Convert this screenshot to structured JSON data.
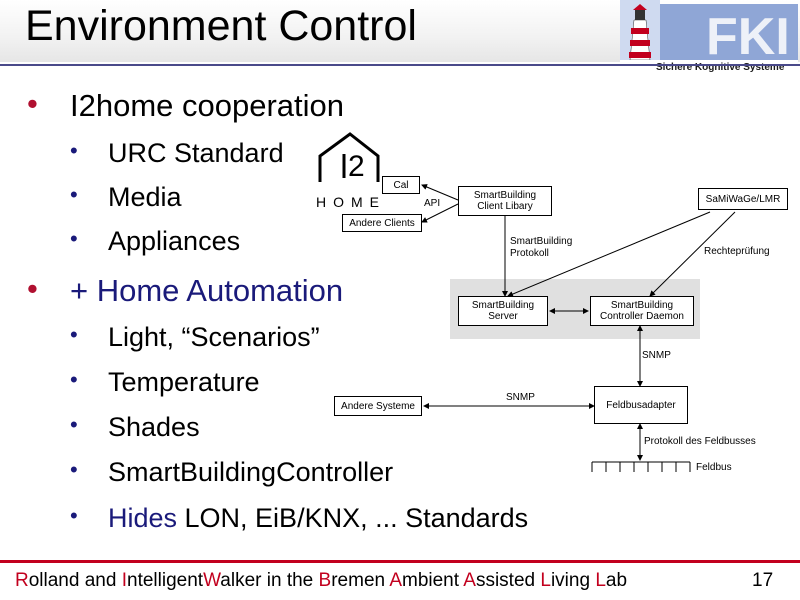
{
  "title": "Environment Control",
  "logo": {
    "subtitle": "Sichere Kognitive Systeme",
    "letters": "DFKI"
  },
  "bullets": [
    {
      "text": "I2home cooperation"
    },
    {
      "text": "URC Standard"
    },
    {
      "text": "Media"
    },
    {
      "text": "Appliances"
    },
    {
      "text": "+ Home Automation"
    },
    {
      "text": "Light, “Scenarios”"
    },
    {
      "text": "Temperature"
    },
    {
      "text": "Shades"
    },
    {
      "text": "SmartBuildingController"
    },
    {
      "text_part1": "Hides",
      "text_part2": " LON, EiB/KNX, ... Standards"
    }
  ],
  "i2home_logo": {
    "number": "2",
    "word": "HOME"
  },
  "diagram": {
    "cal": "Cal",
    "api": "API",
    "andere_clients": "Andere Clients",
    "client_lib_1": "SmartBuilding",
    "client_lib_2": "Client Libary",
    "protokoll_1": "SmartBuilding",
    "protokoll_2": "Protokoll",
    "samiwage": "SaMiWaGe/LMR",
    "rechtepruefung": "Rechteprüfung",
    "server_1": "SmartBuilding",
    "server_2": "Server",
    "daemon_1": "SmartBuilding",
    "daemon_2": "Controller Daemon",
    "snmp_vertical": "SNMP",
    "snmp_horizontal": "SNMP",
    "andere_systeme": "Andere Systeme",
    "feldbusadapter": "Feldbusadapter",
    "protokoll_feldbus": "Protokoll des Feldbusses",
    "feldbus": "Feldbus"
  },
  "footer": {
    "w1a": "R",
    "w1b": "olland",
    "and1": " and ",
    "w2a": "I",
    "w2b": "ntelligent",
    "w2c": "W",
    "w2d": "alker",
    "in": " in the ",
    "w3a": "B",
    "w3b": "remen ",
    "w4a": "A",
    "w4b": "mbient ",
    "w5a": "A",
    "w5b": "ssisted ",
    "w6a": "L",
    "w6b": "iving ",
    "w7a": "L",
    "w7b": "ab",
    "page": "17"
  },
  "colors": {
    "accent_red": "#c2001e",
    "accent_blue": "#1a1a7a",
    "bullet_red": "#b01030"
  }
}
